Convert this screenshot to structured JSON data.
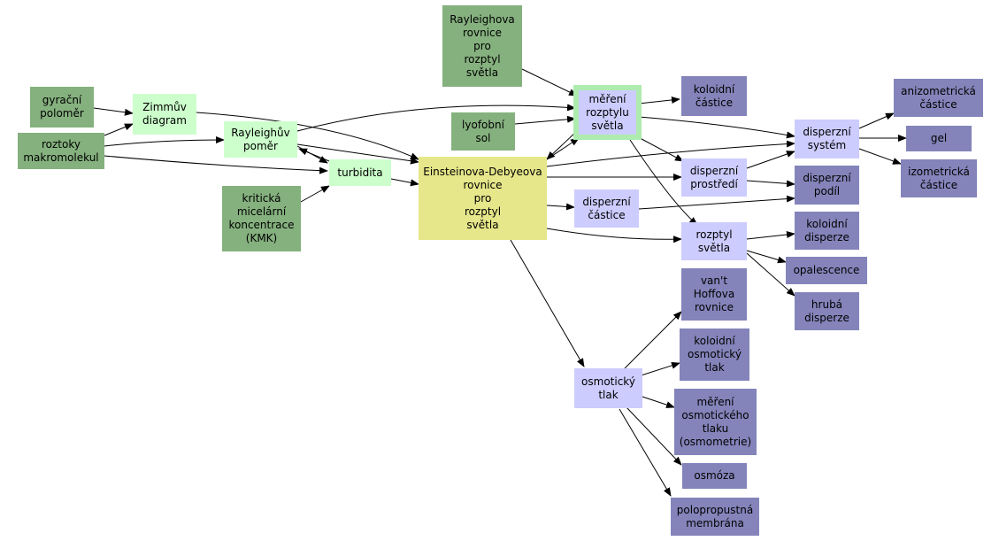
{
  "nodes": {
    "gyracni_polomer": "gyrační\npoloměr",
    "zimmuv_diagram": "Zimmův\ndiagram",
    "roztoky_makromolekul": "roztoky\nmakromolekul",
    "rayleighuv_pomer": "Rayleighův\npoměr",
    "turbidita": "turbidita",
    "kriticka_micelarni_koncentrace": "kritická\nmicelární\nkoncentrace\n(KMK)",
    "rayleighova_rovnice": "Rayleighova\nrovnice\npro\nrozptyl\nsvětla",
    "lyofobni_sol": "lyofobní\nsol",
    "einstein_debye": "Einsteinova-Debyeova\nrovnice\npro\nrozptyl\nsvětla",
    "mereni_rozptylu_svetla": "měření\nrozptylu\nsvětla",
    "koloidni_castice": "koloidní\nčástice",
    "disperzni_system": "disperzní\nsystém",
    "anizometricka_castice": "anizometrická\nčástice",
    "gel": "gel",
    "izometricka_castice": "izometrická\nčástice",
    "disperzni_prostredi": "disperzní\nprostředí",
    "disperzni_podil": "disperzní\npodíl",
    "disperzni_castice": "disperzní\nčástice",
    "rozptyl_svetla": "rozptyl\nsvětla",
    "koloidni_disperze": "koloidní\ndisperze",
    "opalescence": "opalescence",
    "hruba_disperze": "hrubá\ndisperze",
    "vant_hoffova_rovnice": "van't\nHoffova\nrovnice",
    "koloidni_osmoticky_tlak": "koloidní\nosmotický\ntlak",
    "osmoticky_tlak": "osmotický\ntlak",
    "mereni_osmotickeho_tlaku": "měření\nosmotického\ntlaku\n(osmometrie)",
    "osmoza": "osmóza",
    "polopropustna_membrana": "polopropustná\nmembrána"
  },
  "colors": {
    "dark_green": "#85b17e",
    "light_green": "#ccffcc",
    "lilac": "#ccccff",
    "slate": "#8484bb",
    "yellow": "#e6e68a",
    "edge": "#000000"
  }
}
